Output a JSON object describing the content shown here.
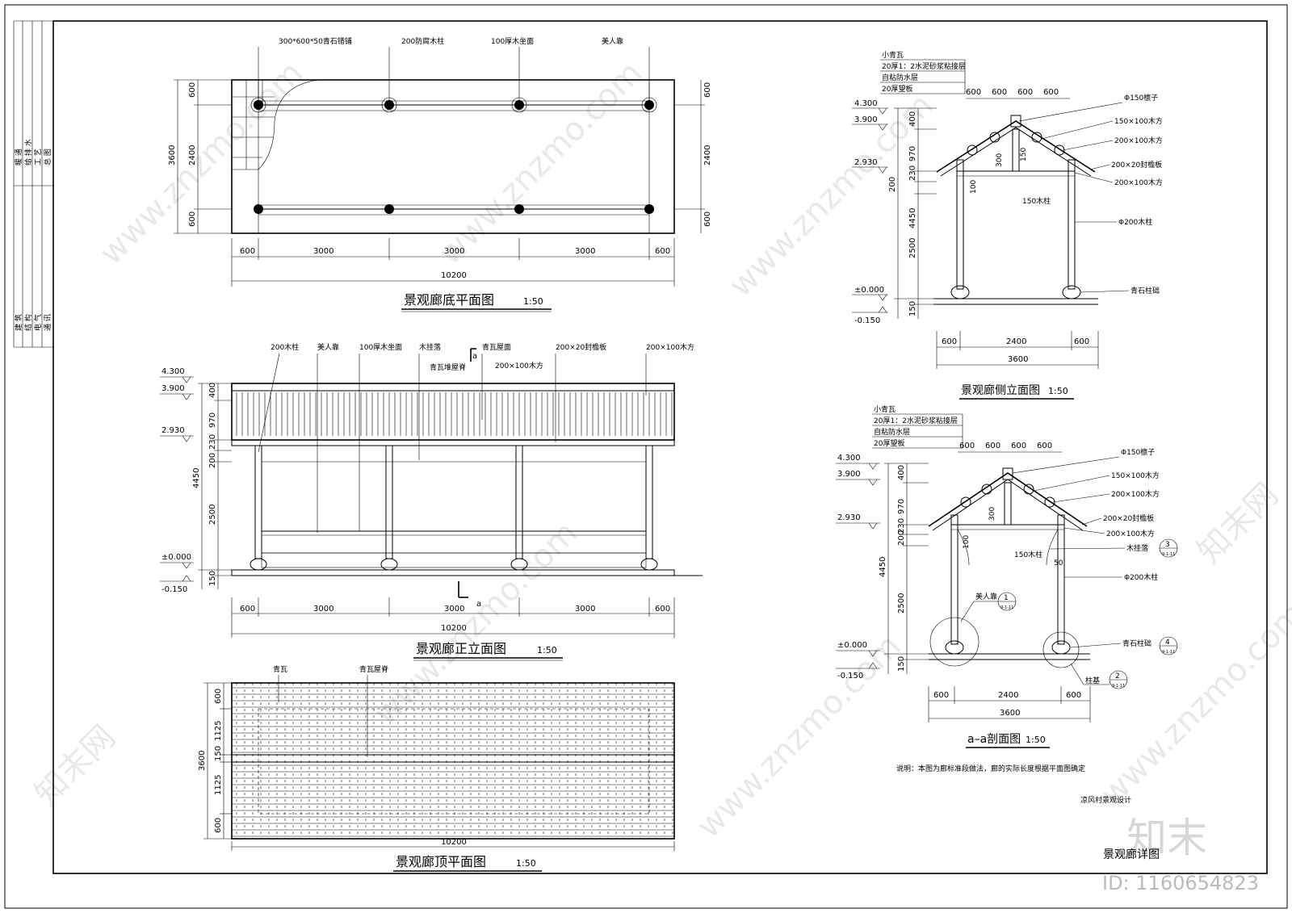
{
  "side_table": {
    "top_rows": [
      "暖 通",
      "给 排 水",
      "工 艺",
      "总 图"
    ],
    "bottom_rows": [
      "建 筑",
      "结 构",
      "电 气",
      "通 讯"
    ]
  },
  "plan": {
    "title": "景观廊底平面图",
    "scale": "1:50",
    "callouts": [
      "300*600*50青石错铺",
      "200防腐木柱",
      "100厚木坐面",
      "美人靠"
    ],
    "dims_bottom": [
      "600",
      "3000",
      "3000",
      "3000",
      "600"
    ],
    "total": "10200",
    "dims_left": [
      "600",
      "2400",
      "600"
    ],
    "left_total": "3600",
    "dims_right": [
      "600",
      "2400",
      "600"
    ]
  },
  "front": {
    "title": "景观廊正立面图",
    "scale": "1:50",
    "callouts_top": [
      "200木柱",
      "美人靠",
      "100厚木坐面",
      "木挂落",
      "青瓦屋面",
      "200×20封檐板",
      "200×100木方"
    ],
    "callouts_sub": [
      "青瓦堆屋脊",
      "200×100木方"
    ],
    "section_mark": "a",
    "levels": [
      "4.300",
      "3.900",
      "2.930",
      "±0.000",
      "-0.150"
    ],
    "dims_left": [
      "400",
      "970",
      "230",
      "200",
      "2500",
      "150"
    ],
    "left_total": "4450",
    "dims_bottom": [
      "600",
      "3000",
      "3000",
      "3000",
      "600"
    ],
    "total": "10200"
  },
  "roof": {
    "title": "景观廊顶平面图",
    "scale": "1:50",
    "callouts": [
      "青瓦",
      "青瓦屋脊"
    ],
    "dims_left": [
      "600",
      "1125",
      "150",
      "1125",
      "600"
    ],
    "left_total": "3600",
    "total": "10200"
  },
  "side": {
    "title": "景观廊侧立面图",
    "scale": "1:50",
    "notes": [
      "小青瓦",
      "20厚1：2水泥砂浆粘接层",
      "自粘防水层",
      "20厚望板"
    ],
    "callouts_right": [
      "Φ150檩子",
      "150×100木方",
      "200×100木方",
      "200×20封檐板",
      "200×100木方",
      "Φ200木柱",
      "青石柱础"
    ],
    "col_label": "150木柱",
    "top_dims": [
      "600",
      "600",
      "600",
      "600"
    ],
    "levels": [
      "4.300",
      "3.900",
      "2.930",
      "±0.000",
      "-0.150"
    ],
    "dims_left": [
      "400",
      "970",
      "230",
      "200",
      "2500",
      "150"
    ],
    "left_total": "4450",
    "inner_dims": [
      "300",
      "150",
      "100"
    ],
    "dims_bottom": [
      "600",
      "2400",
      "600"
    ],
    "total": "3600"
  },
  "section": {
    "title": "a–a剖面图",
    "scale": "1:50",
    "notes": [
      "小青瓦",
      "20厚1：2水泥砂浆粘接层",
      "自粘防水层",
      "20厚望板"
    ],
    "callouts_right": [
      "Φ150檩子",
      "150×100木方",
      "200×100木方",
      "200×20封檐板",
      "200×100木方",
      "木挂落",
      "Φ200木柱",
      "青石柱础"
    ],
    "left_callouts": [
      "美人靠",
      "柱基"
    ],
    "col_label": "150木柱",
    "small": "50",
    "detail_marks": [
      {
        "num": "3",
        "ref": "9-1-11"
      },
      {
        "num": "1",
        "ref": "9-1-11"
      },
      {
        "num": "4",
        "ref": "9-1-11"
      },
      {
        "num": "2",
        "ref": "9-1-11"
      }
    ],
    "top_dims": [
      "600",
      "600",
      "600",
      "600"
    ],
    "levels": [
      "4.300",
      "3.900",
      "2.930",
      "±0.000",
      "-0.150"
    ],
    "dims_left": [
      "400",
      "970",
      "230",
      "200",
      "2500",
      "150"
    ],
    "left_total": "4450",
    "inner_dims": [
      "300",
      "100"
    ],
    "dims_bottom": [
      "600",
      "2400",
      "600"
    ],
    "total": "3600"
  },
  "note": "说明：本图为廊标准段做法，廊的实际长度根据平面图确定",
  "project": "凉风村景观设计",
  "drawing_name": "景观廊详图",
  "watermarks": [
    "www.znzmo.com",
    "知末网",
    "知末",
    "ID: 1160654823"
  ]
}
